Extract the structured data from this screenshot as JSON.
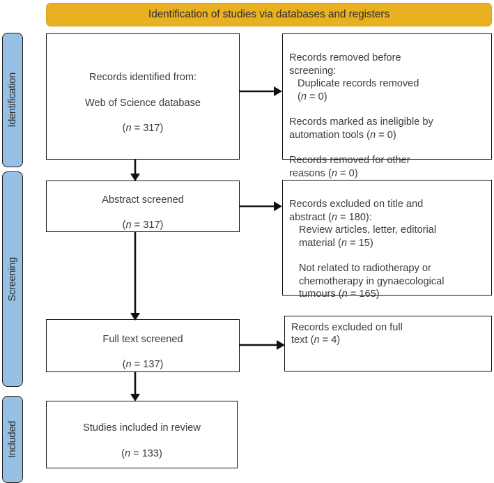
{
  "banner": {
    "text": "Identification of studies via databases and registers",
    "color": "#e9b122"
  },
  "stages": {
    "identification": "Identification",
    "screening": "Screening",
    "included": "Included",
    "color": "#97c0e4"
  },
  "boxes": {
    "identified": {
      "line1": "Records identified from:",
      "line2": "Web of Science database",
      "line3": "(n = 317)"
    },
    "removed": {
      "heading": "Records removed before\nscreening:",
      "item1": "Duplicate records removed\n(n = 0)",
      "item2": "Records marked as ineligible by\nautomation tools (n = 0)",
      "item3": "Records removed for other\nreasons (n = 0)"
    },
    "abstract_screened": {
      "line1": "Abstract screened",
      "line2": "(n = 317)"
    },
    "excluded_title_abstract": {
      "heading": "Records excluded on title and\nabstract (n = 180):",
      "item1": "Review articles, letter, editorial\nmaterial (n = 15)",
      "item2": "Not related to radiotherapy or\nchemotherapy in gynaecological\ntumours (n = 165)"
    },
    "fulltext_screened": {
      "line1": "Full text screened",
      "line2": "(n = 137)"
    },
    "excluded_fulltext": {
      "line1": "Records excluded on full\ntext (n = 4)"
    },
    "included": {
      "line1": "Studies included in review",
      "line2": "(n = 133)"
    }
  },
  "chart_data": {
    "type": "diagram",
    "title": "Identification of studies via databases and registers",
    "nodes": [
      {
        "id": "identified",
        "stage": "Identification",
        "label": "Records identified from: Web of Science database",
        "n": 317
      },
      {
        "id": "removed",
        "stage": "Identification",
        "label": "Records removed before screening",
        "n": 0,
        "breakdown": [
          {
            "label": "Duplicate records removed",
            "n": 0
          },
          {
            "label": "Records marked as ineligible by automation tools",
            "n": 0
          },
          {
            "label": "Records removed for other reasons",
            "n": 0
          }
        ]
      },
      {
        "id": "abstract_screened",
        "stage": "Screening",
        "label": "Abstract screened",
        "n": 317
      },
      {
        "id": "excluded_title_abstract",
        "stage": "Screening",
        "label": "Records excluded on title and abstract",
        "n": 180,
        "breakdown": [
          {
            "label": "Review articles, letter, editorial material",
            "n": 15
          },
          {
            "label": "Not related to radiotherapy or chemotherapy in gynaecological tumours",
            "n": 165
          }
        ]
      },
      {
        "id": "fulltext_screened",
        "stage": "Screening",
        "label": "Full text screened",
        "n": 137
      },
      {
        "id": "excluded_fulltext",
        "stage": "Screening",
        "label": "Records excluded on full text",
        "n": 4
      },
      {
        "id": "included",
        "stage": "Included",
        "label": "Studies included in review",
        "n": 133
      }
    ],
    "edges": [
      {
        "from": "identified",
        "to": "removed",
        "direction": "right"
      },
      {
        "from": "identified",
        "to": "abstract_screened",
        "direction": "down"
      },
      {
        "from": "abstract_screened",
        "to": "excluded_title_abstract",
        "direction": "right"
      },
      {
        "from": "abstract_screened",
        "to": "fulltext_screened",
        "direction": "down"
      },
      {
        "from": "fulltext_screened",
        "to": "excluded_fulltext",
        "direction": "right"
      },
      {
        "from": "fulltext_screened",
        "to": "included",
        "direction": "down"
      }
    ]
  }
}
